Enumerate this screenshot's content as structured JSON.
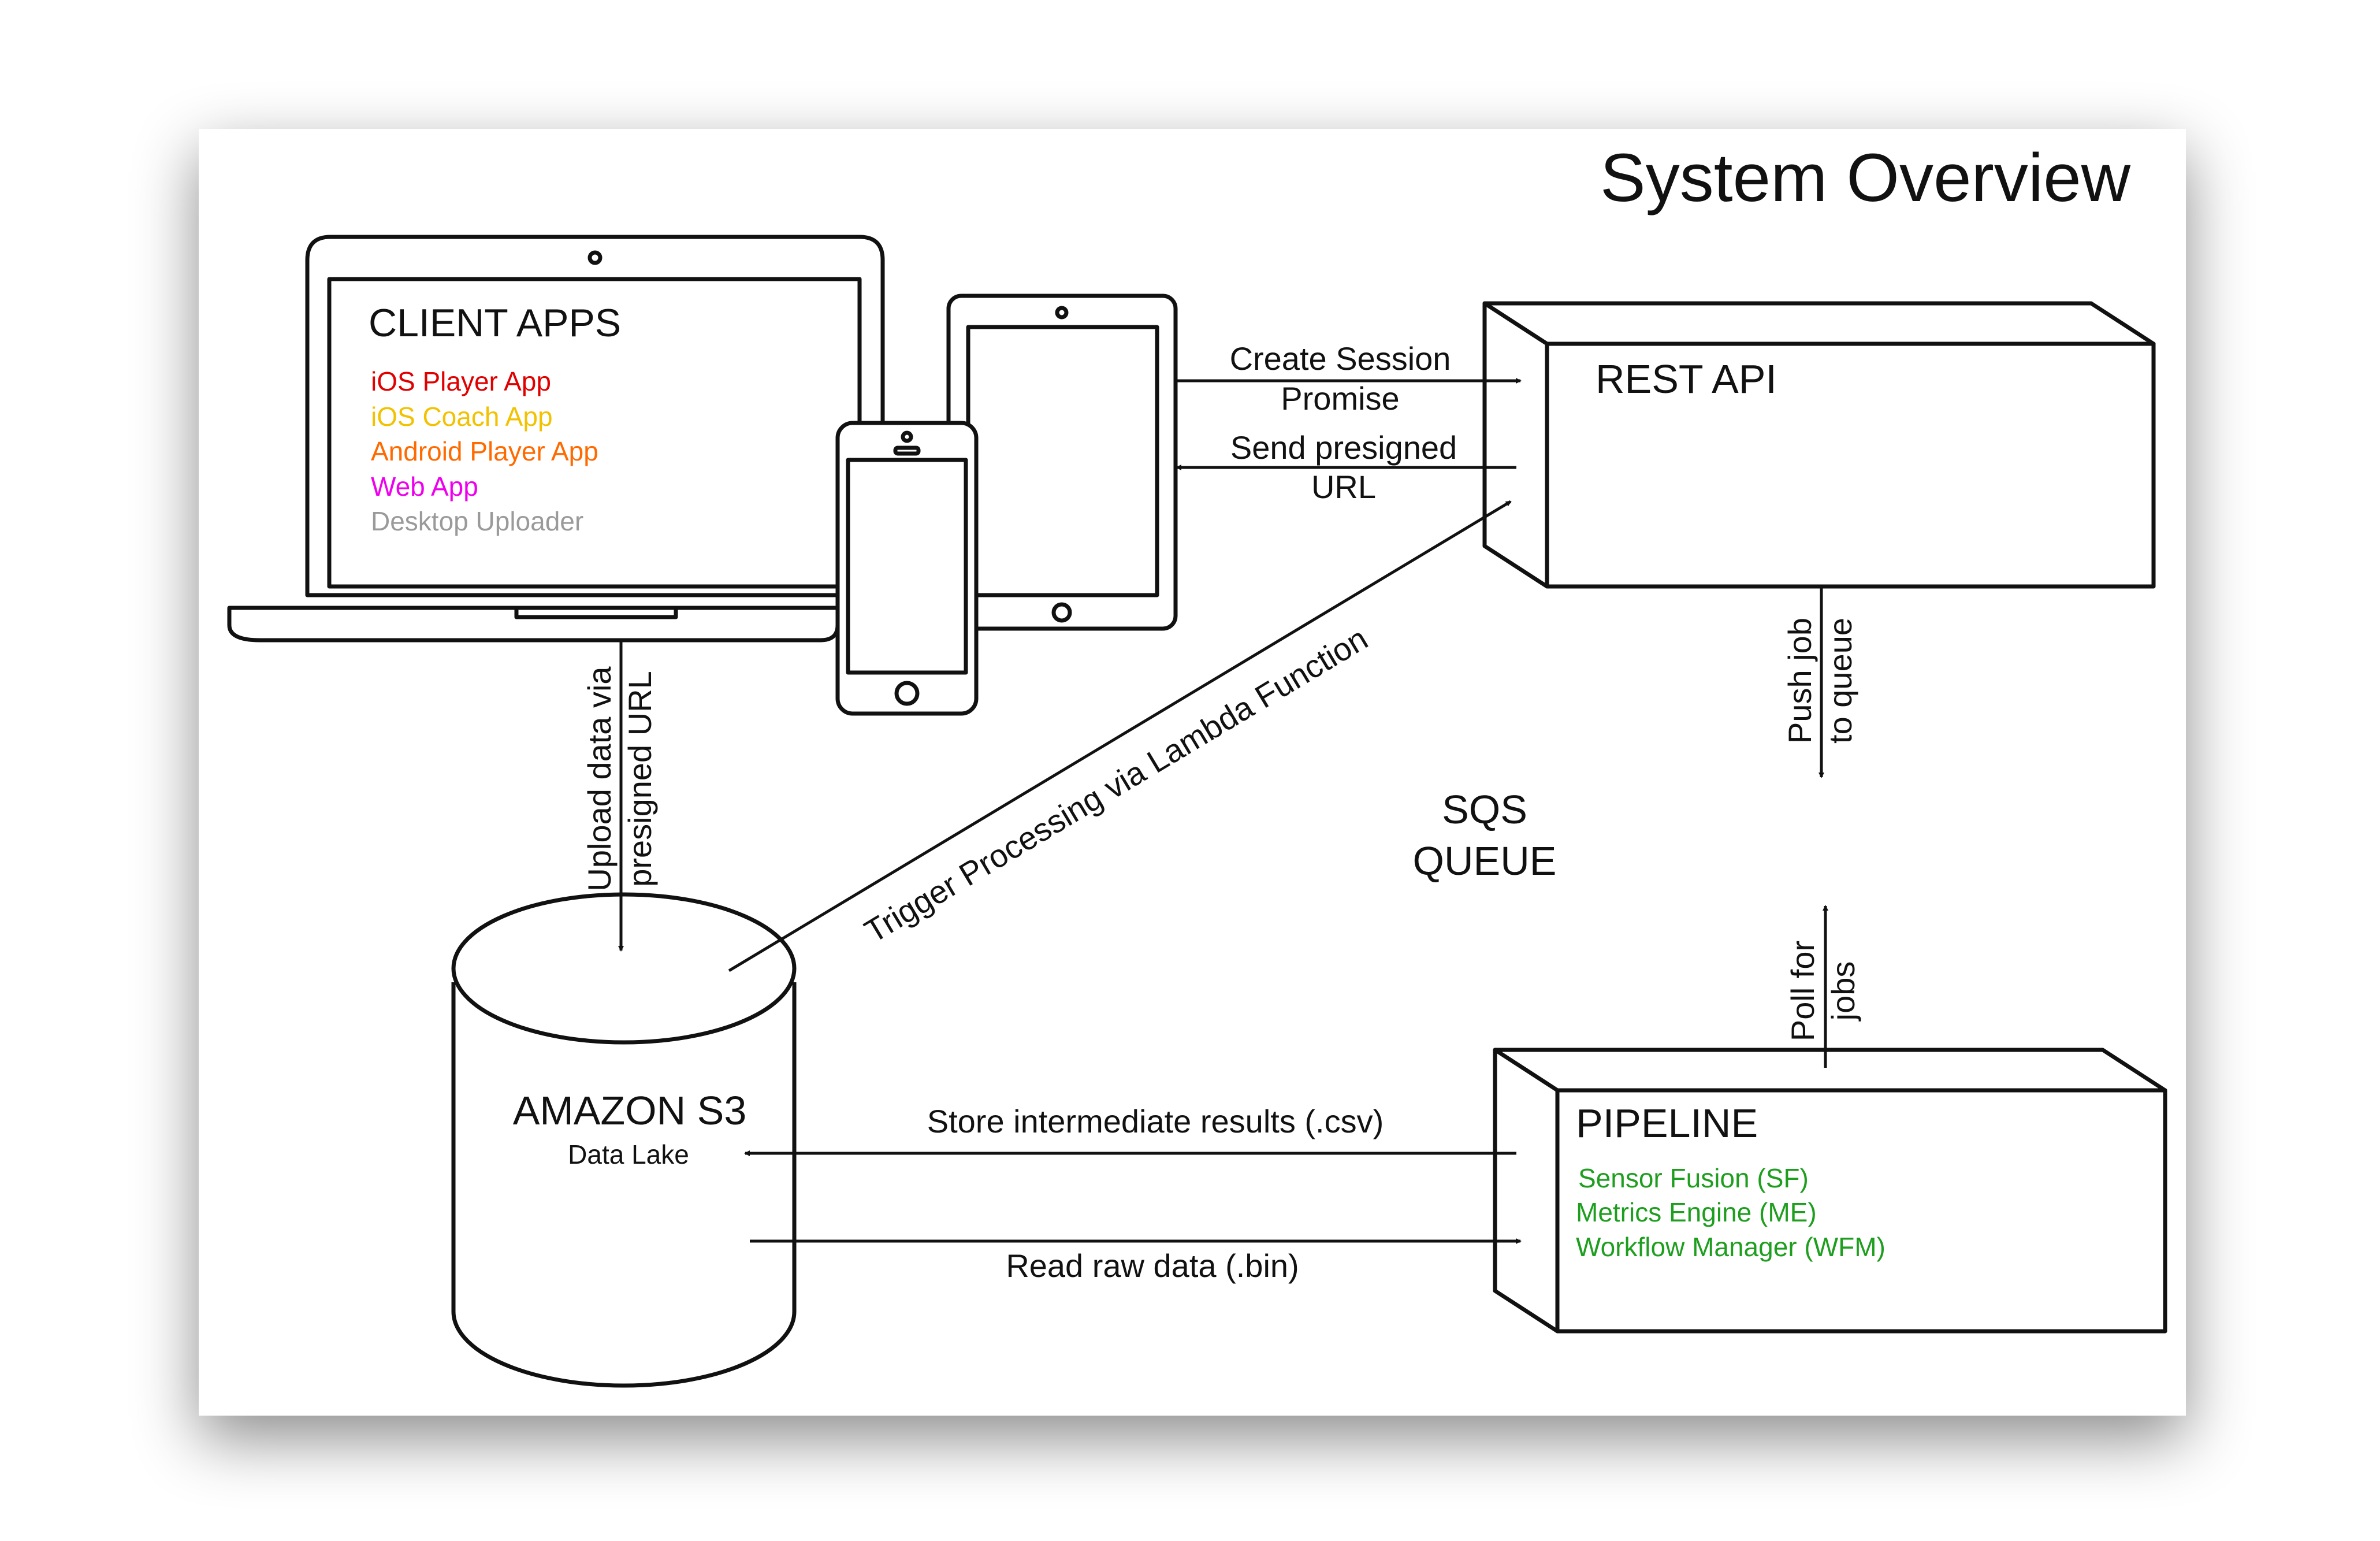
{
  "title": "System Overview",
  "client_apps": {
    "heading": "CLIENT APPS",
    "apps": [
      {
        "label": "iOS Player App",
        "color": "#e00000"
      },
      {
        "label": "iOS Coach App",
        "color": "#f2c200"
      },
      {
        "label": "Android Player App",
        "color": "#ff6a00"
      },
      {
        "label": "Web App",
        "color": "#ee00ee"
      },
      {
        "label": "Desktop Uploader",
        "color": "#9a9a9a"
      }
    ]
  },
  "rest_api": {
    "label": "REST API"
  },
  "sqs": {
    "line1": "SQS",
    "line2": "QUEUE"
  },
  "s3": {
    "label": "AMAZON S3",
    "sub": "Data Lake"
  },
  "pipeline": {
    "label": "PIPELINE",
    "color": "#1e9e1e",
    "components": [
      "Sensor Fusion (SF)",
      "Metrics Engine (ME)",
      "Workflow Manager (WFM)"
    ]
  },
  "edges": {
    "create_session": {
      "line1": "Create Session",
      "line2": "Promise"
    },
    "send_presigned": {
      "line1": "Send presigned",
      "line2": "URL"
    },
    "upload": {
      "line1": "Upload data via",
      "line2": "presigned URL"
    },
    "trigger": "Trigger Processing via Lambda Function",
    "push_job": {
      "line1": "Push job",
      "line2": "to queue"
    },
    "poll_jobs": {
      "line1": "Poll for",
      "line2": "jobs"
    },
    "store_results": "Store intermediate results (.csv)",
    "read_raw": "Read raw data (.bin)"
  }
}
